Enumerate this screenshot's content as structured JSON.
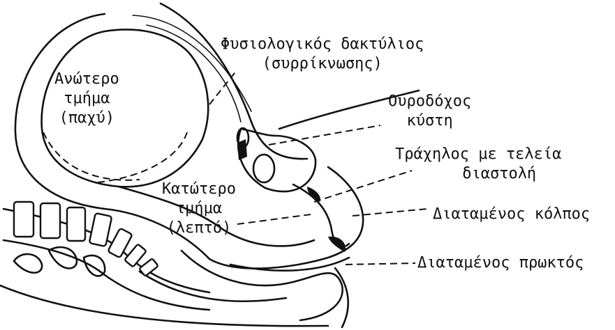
{
  "labels": {
    "upper_segment": [
      "Ανώτερο",
      "τμήμα",
      "(παχύ)"
    ],
    "lower_segment": [
      "Κατώτερο",
      "τμήμα",
      "(λεπτό)"
    ],
    "physiological_ring": [
      "Φυσιολογικός δακτύλιος",
      "(συρρίκνωσης)"
    ],
    "bladder": [
      "Ουροδόχος",
      "κύστη"
    ],
    "cervix": [
      "Τράχηλος με τελεία",
      "διαστολή"
    ],
    "vagina": "Διαταμένος κόλπος",
    "rectum": "Διαταμένος πρωκτός"
  },
  "colors": {
    "ink": "#111111",
    "background": "#ffffff"
  }
}
